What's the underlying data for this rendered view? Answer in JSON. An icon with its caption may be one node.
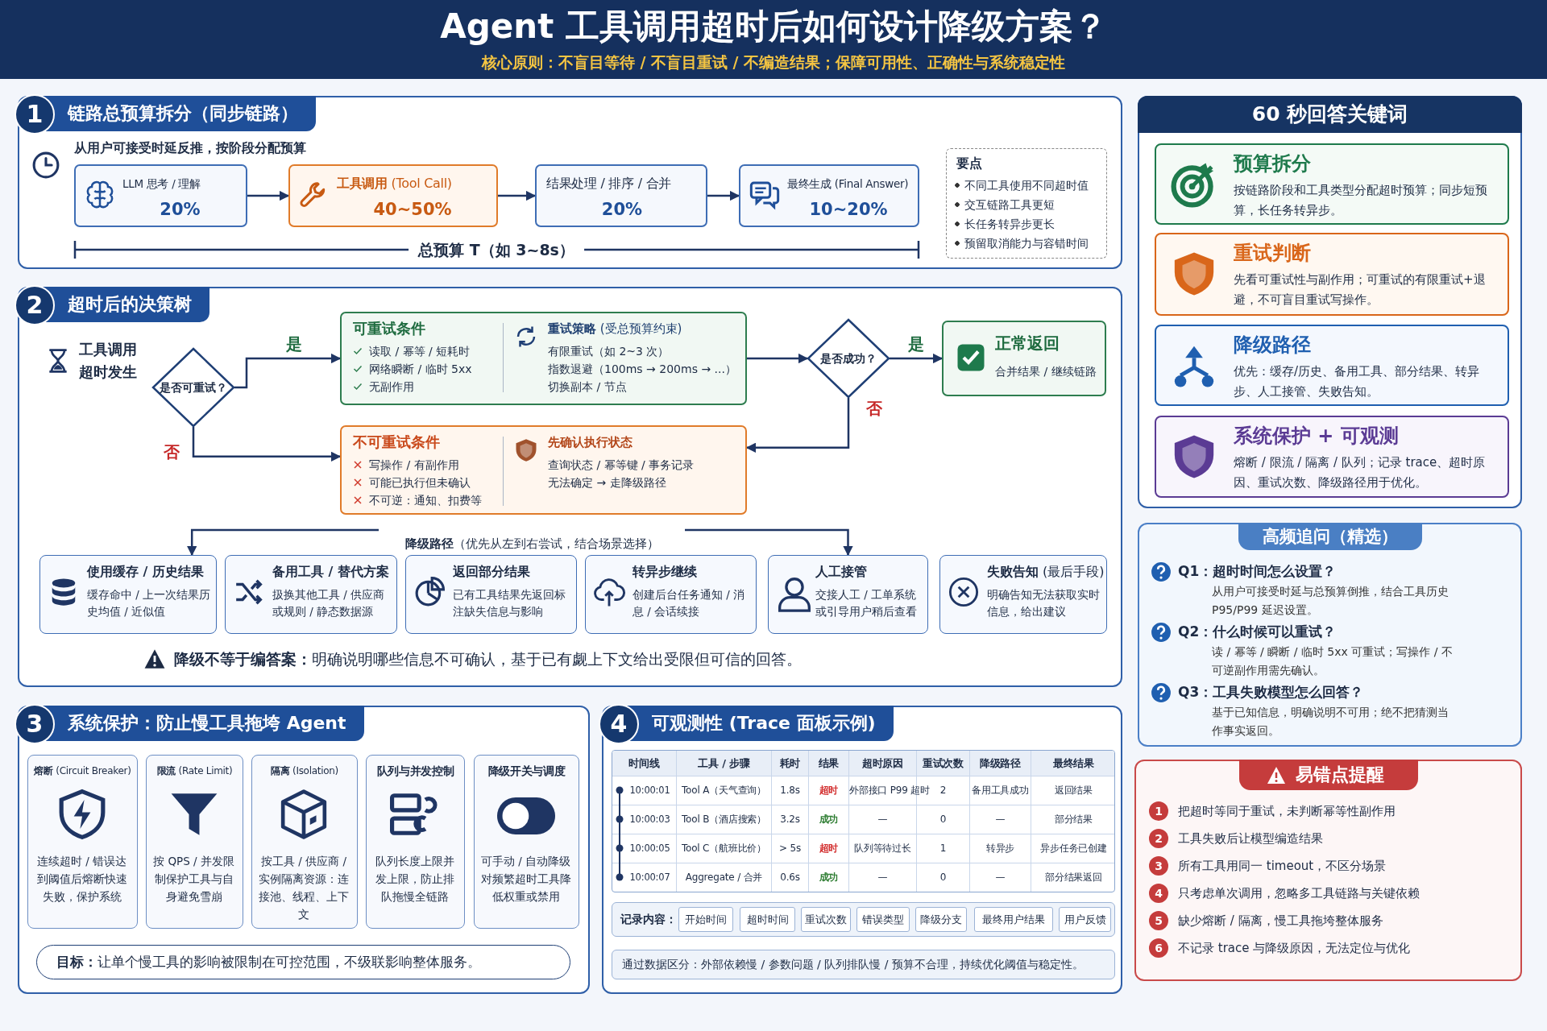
{
  "diagram": {
    "title": "Agent 工具调用超时后如何设计降级方案？",
    "nodes": [
      {
        "text": [
          "1",
          "链路总预算拆分（同步链路）"
        ]
      },
      {
        "text": [
          "LLM 思考 / 理解",
          "20%"
        ],
        "in": 0
      },
      {
        "text": [
          "**工具调用** (Tool Call)",
          "40~50%"
        ],
        "in": 0
      },
      {
        "text": [
          "结果处理 / 排序 / 合并",
          "20%"
        ],
        "in": 0
      },
      {
        "text": [
          "最终生成 (Final Answer)",
          "10~20%"
        ],
        "in": 0
      },
      {
        "text": [
          "要点",
          "不同工具使用不同超时值",
          "交互链路工具更短",
          "长任务转异步更长",
          "预留取消能力与容错时间"
        ],
        "in": 0
      },
      {
        "text": [
          "2",
          "超时后的决策树"
        ]
      },
      {
        "text": [
          "工具调用超时发生"
        ],
        "in": 6
      },
      {
        "text": [
          "是否可重试？"
        ],
        "in": 6
      },
      {
        "text": [
          "可重试条件",
          "读取 / 幂等 / 短耗时",
          "网络瞬断 / 临时 5xx",
          "无副作用",
          "**重试策略** (受总预算约束)",
          "有限重试（如 2~3 次）",
          "指数退避（100ms → 200ms → ...）",
          "切换副本 / 节点"
        ],
        "in": 6
      },
      {
        "text": [
          "是否成功？"
        ],
        "in": 6
      },
      {
        "text": [
          "正常返回",
          "合并结果 / 继续链路"
        ],
        "in": 6
      },
      {
        "text": [
          "不可重试条件",
          "写操作 / 有副作用",
          "可能已执行但未确认",
          "不可逆：通知、扣费等",
          "**先确认执行状态**",
          "查询状态 / 幂等键 / 事务记录",
          "无法确定 → 走降级路径"
        ],
        "in": 6
      },
      {
        "text": [
          "**降级路径**（优先从左到右尝试，结合场景选择）"
        ],
        "in": 6
      },
      {
        "text": [
          "使用缓存 / 历史结果",
          "缓存命中 / 上一次结果历史均值 / 近似值"
        ],
        "in": 6
      },
      {
        "text": [
          "备用工具 / 替代方案",
          "扱换其他工具 / 供应商或规则 / 静态数据源"
        ],
        "in": 6
      },
      {
        "text": [
          "返回部分结果",
          "已有工具结果先返回标注缺失信息与影响"
        ],
        "in": 6
      },
      {
        "text": [
          "转异步继续",
          "创建后台任务通知 / 消息 / 会话续接"
        ],
        "in": 6
      },
      {
        "text": [
          "人工接管",
          "交接人工 / 工单系统或引导用户稍后查看"
        ],
        "in": 6
      },
      {
        "text": [
          "**失败告知** (最后手段)",
          "明确告知无法获取实时信息，给出建议"
        ],
        "in": 6
      },
      {
        "text": [
          "3",
          "系统保护：防止慢工具拖垮 Agent"
        ]
      },
      {
        "text": [
          "**熔断** (Circuit Breaker)",
          "连续超时 / 错误达到阈值后熔断快速失败，保护系统"
        ],
        "in": 20
      },
      {
        "text": [
          "**限流** (Rate Limit)",
          "按 QPS / 并发限制保护工具与自身避免雪崩"
        ],
        "in": 20
      },
      {
        "text": [
          "**隔离** (Isolation)",
          "按工具 / 供应商 / 实例隔离资源：连接池、线程、上下文"
        ],
        "in": 20
      },
      {
        "text": [
          "队列与并发控制",
          "队列长度上限并发上限，防止排队拖慢全链路"
        ],
        "in": 20
      },
      {
        "text": [
          "降级开关与调度",
          "可手动 / 自动降级对频繁超时工具降低权重或禁用"
        ],
        "in": 20
      },
      {
        "text": [
          "**目标：**让单个慢工具的影响被限制在可控范围，不级联影响整体服务。"
        ],
        "in": 20
      },
      {
        "text": [
          "4",
          "可观测性 (Trace 面板示例)"
        ]
      },
      {
        "text": [
          "记录内容："
        ],
        "in": 27
      },
      {
        "text": [
          "开始时间"
        ],
        "in": 28
      },
      {
        "text": [
          "超时时间"
        ],
        "in": 28
      },
      {
        "text": [
          "重试次数"
        ],
        "in": 28
      },
      {
        "text": [
          "错误类型"
        ],
        "in": 28
      },
      {
        "text": [
          "降级分支"
        ],
        "in": 28
      },
      {
        "text": [
          "最终用户结果"
        ],
        "in": 28
      },
      {
        "text": [
          "用户反馈"
        ],
        "in": 28
      },
      {
        "text": [
          "通过数据区分：外部依赖慢 / 参数问题 / 队列排队慢 / 预算不合理，持续优化阈值与稳定性。"
        ],
        "in": 27
      },
      {
        "text": [
          "60 秒回答关键词"
        ]
      },
      {
        "text": [
          "预算拆分",
          "按链路阶段和工具类型分配超时预算；同步短预算，长任务转异步。"
        ],
        "in": 37
      },
      {
        "text": [
          "重试判断",
          "先看可重试性与副作用；可重试的有限重试+退避，不可盲目重试写操作。"
        ],
        "in": 37
      },
      {
        "text": [
          "降级路径",
          "优先：缓存/历史、备用工具、部分结果、转异步、人工接管、失败告知。"
        ],
        "in": 37
      },
      {
        "text": [
          "系统保护 + 可观测",
          "熔断 / 限流 / 隔离 / 队列；记录 trace、超时原因、重试次数、降级路径用于优化。"
        ],
        "in": 37
      },
      {
        "text": [
          "高频追问（精选）",
          "Q1：超时时间怎么设置？",
          "从用户可接受时延与总预算倒推，结合工具历史 P95/P99 延迟设置。",
          "Q2：什么时候可以重试？",
          "读 / 幂等 / 瞬断 / 临时 5xx 可重试；写操作 / 不可逆副作用需先确认。",
          "Q3：工具失败模型怎么回答？",
          "基于已知信息，明确说明不可用；绝不把猜测当作事实返回。"
        ]
      },
      {
        "text": [
          "易错点提醒",
          "1",
          "把超时等同于重试，未判断幂等性副作用",
          "2",
          "工具失败后让模型编造结果",
          "3",
          "所有工具用同一 timeout，不区分场景",
          "4",
          "只考虑单次调用，忽略多工具链路与关键依赖",
          "5",
          "缺少熔断 / 隔离，慢工具拖垮整体服务",
          "6",
          "不记录 trace 与降级原因，无法定位与优化"
        ]
      }
    ],
    "edges": [
      {
        "from": 1,
        "to": 2,
        "arrow": "to"
      },
      {
        "from": 2,
        "to": 3,
        "arrow": "to"
      },
      {
        "from": 3,
        "to": 4,
        "arrow": "to"
      },
      {
        "from": 8,
        "to": 9,
        "arrow": "to",
        "label": "是"
      },
      {
        "from": 8,
        "to": 12,
        "arrow": "to",
        "label": "否"
      },
      {
        "from": 9,
        "to": 10,
        "arrow": "to"
      },
      {
        "from": 10,
        "to": 11,
        "arrow": "to",
        "label": "是"
      },
      {
        "from": 10,
        "to": 12,
        "arrow": "to",
        "label": "否"
      },
      {
        "from": 13,
        "to": 14,
        "arrow": "to"
      },
      {
        "from": 13,
        "to": 18,
        "arrow": "to"
      }
    ],
    "labels": [
      "核心原则：不盲目等待 / 不盲目重试 / 不编造结果；保障可用性、正确性与系统稳定性",
      "从用户可接受时延反推，按阶段分配预算",
      "总预算 T（如 3~8s）",
      "**降级不等于编答案：**明确说明哪些信息不可确认，基于已有觑上下文给出受限但可信的回答。",
      "时间线",
      "工具 / 步骤",
      "耗时",
      "结果",
      "超时原因",
      "重试次数",
      "降级路径",
      "最终结果",
      "10:00:01",
      "Tool A（天气查询）",
      "1.8s",
      "超时",
      "外部接口 P99 超时",
      "2",
      "备用工具成功",
      "返回结果",
      "10:00:03",
      "Tool B（酒店搜索）",
      "3.2s",
      "成功",
      "—",
      "0",
      "—",
      "部分结果",
      "10:00:05",
      "Tool C（航班比价）",
      "> 5s",
      "超时",
      "队列等待过长",
      "1",
      "转异步",
      "异步任务已创建",
      "10:00:07",
      "Aggregate / 合并",
      "0.6s",
      "成功",
      "—",
      "0",
      "—",
      "部分结果返回"
    ]
  }
}
